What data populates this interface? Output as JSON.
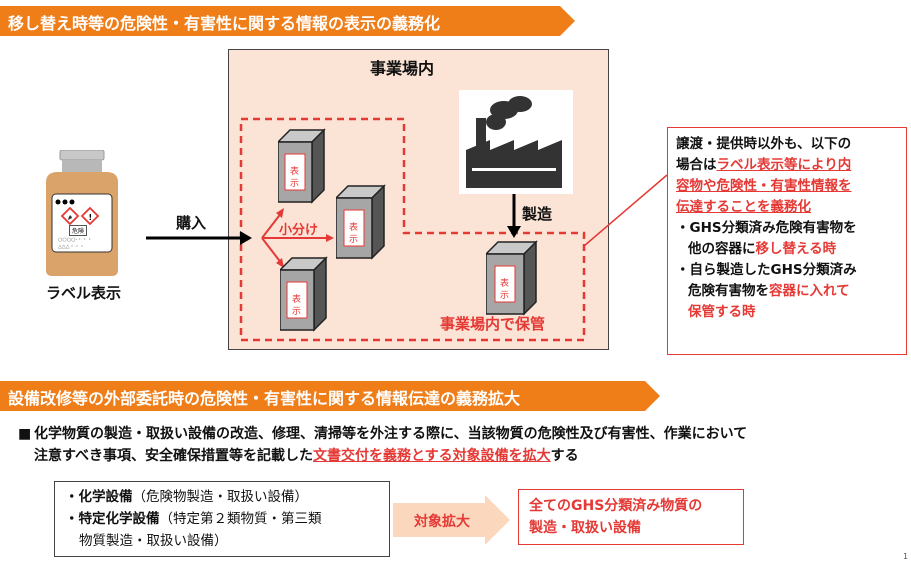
{
  "section1": {
    "title": "移し替え時等の危険性・有害性に関する情報の表示の義務化"
  },
  "diagram1": {
    "workplace_label": "事業場内",
    "label_display": "ラベル表示",
    "purchase": "購入",
    "subdivide": "小分け",
    "manufacture": "製造",
    "storage": "事業場内で保管",
    "box_label": "表示",
    "bottle_label": "危険",
    "bottle_text1": "○○○○-・・・",
    "bottle_text2": "△△△・・・"
  },
  "note": {
    "line1": "譲渡・提供時以外も、以下の",
    "line2a": "場合は",
    "line2b": "ラベル表示等により内",
    "line3": "容物や危険性・有害性情報を",
    "line4": "伝達することを義務化",
    "b1a": "・GHS分類済み危険有害物を",
    "b1b": "他の容器に",
    "b1c": "移し替える時",
    "b2a": "・自ら製造したGHS分類済み",
    "b2b": "危険有害物を",
    "b2c": "容器に入れて",
    "b2d": "保管する時"
  },
  "section2": {
    "title": "設備改修等の外部委託時の危険性・有害性に関する情報伝達の義務拡大"
  },
  "lead": {
    "bullet": "■",
    "text1": "化学物質の製造・取扱い設備の改造、修理、清掃等を外注する際に、当該物質の危険性及び有害性、作業において",
    "text2": "注意すべき事項、安全確保措置等を記載した",
    "text3": "文書交付を義務とする対象設備を拡大",
    "text4": "する"
  },
  "left_box": {
    "l1a": "・化学設備",
    "l1b": "（危険物製造・取扱い設備）",
    "l2a": "・特定化学設備",
    "l2b": "（特定第２類物質・第三類",
    "l3": "物質製造・取扱い設備）"
  },
  "arrow_label": "対象拡大",
  "right_box": {
    "l1": "全てのGHS分類済み物質の",
    "l2": "製造・取扱い設備"
  },
  "page_number": "1"
}
